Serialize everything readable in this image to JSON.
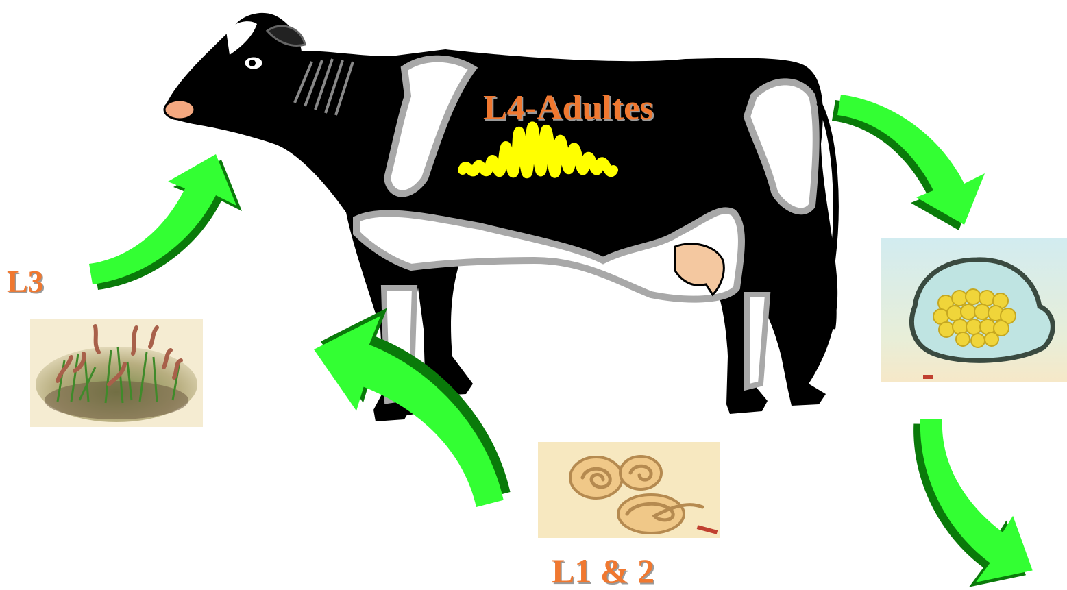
{
  "diagram": {
    "stages": {
      "adult": {
        "label": "L4-Adultes"
      },
      "egg": {
        "label": ""
      },
      "larva_1_2": {
        "label": "L1 & 2"
      },
      "larva_3": {
        "label": "L3"
      }
    },
    "icons": {
      "host": "cow-icon",
      "parasite": "worm-icon",
      "egg": "egg-icon",
      "hatching_larvae": "larvae-icon",
      "pasture_larvae": "grass-larvae-icon",
      "arrow": "cycle-arrow-icon"
    },
    "colors": {
      "label": "#f07830",
      "arrow": "#33ff33",
      "arrow_shadow": "#0a7a0a",
      "worm": "#ffff00",
      "cow_body": "#000000"
    }
  }
}
